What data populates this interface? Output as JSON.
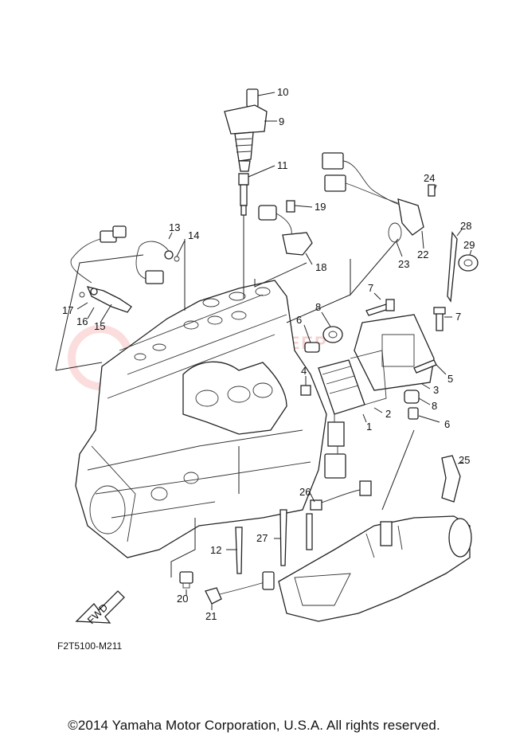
{
  "callouts": [
    "10",
    "9",
    "11",
    "19",
    "24",
    "13",
    "14",
    "28",
    "29",
    "18",
    "23",
    "22",
    "17",
    "16",
    "15",
    "7",
    "7",
    "8",
    "6",
    "5",
    "4",
    "3",
    "8",
    "2",
    "1",
    "6",
    "25",
    "26",
    "12",
    "27",
    "20",
    "21"
  ],
  "fwd_label": "FWD",
  "part_code": "F2T5100-M211",
  "copyright": "©2014 Yamaha Motor Corporation, U.S.A. All rights reserved.",
  "watermark": "YAMAHA KEEP"
}
